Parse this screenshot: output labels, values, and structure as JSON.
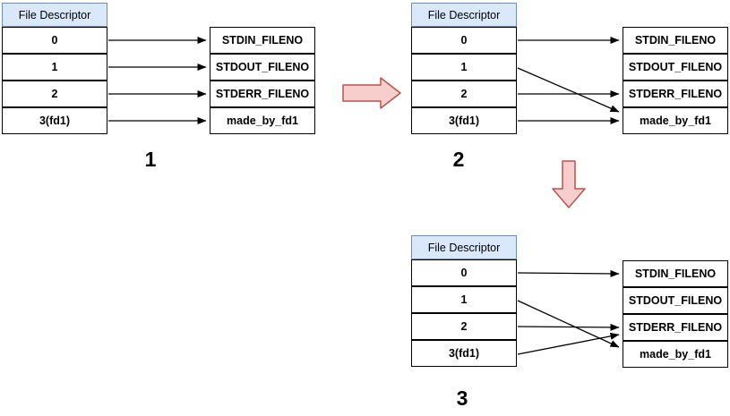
{
  "diagrams": [
    {
      "label": "1",
      "table": {
        "header": "File Descriptor",
        "rows": [
          "0",
          "1",
          "2",
          "3(fd1)"
        ]
      },
      "targets": [
        "STDIN_FILENO",
        "STDOUT_FILENO",
        "STDERR_FILENO",
        "made_by_fd1"
      ],
      "connections": [
        {
          "from": "0",
          "to": "STDIN_FILENO"
        },
        {
          "from": "1",
          "to": "STDOUT_FILENO"
        },
        {
          "from": "2",
          "to": "STDERR_FILENO"
        },
        {
          "from": "3(fd1)",
          "to": "made_by_fd1"
        }
      ]
    },
    {
      "label": "2",
      "table": {
        "header": "File Descriptor",
        "rows": [
          "0",
          "1",
          "2",
          "3(fd1)"
        ]
      },
      "targets": [
        "STDIN_FILENO",
        "STDOUT_FILENO",
        "STDERR_FILENO",
        "made_by_fd1"
      ],
      "connections": [
        {
          "from": "0",
          "to": "STDIN_FILENO"
        },
        {
          "from": "1",
          "to": "made_by_fd1"
        },
        {
          "from": "2",
          "to": "STDERR_FILENO"
        },
        {
          "from": "3(fd1)",
          "to": "made_by_fd1"
        }
      ]
    },
    {
      "label": "3",
      "table": {
        "header": "File Descriptor",
        "rows": [
          "0",
          "1",
          "2",
          "3(fd1)"
        ]
      },
      "targets": [
        "STDIN_FILENO",
        "STDOUT_FILENO",
        "STDERR_FILENO",
        "made_by_fd1"
      ],
      "connections": [
        {
          "from": "0",
          "to": "STDIN_FILENO"
        },
        {
          "from": "1",
          "to": "made_by_fd1"
        },
        {
          "from": "2",
          "to": "STDERR_FILENO"
        },
        {
          "from": "3(fd1)",
          "to": "STDERR_FILENO"
        }
      ]
    }
  ],
  "colors": {
    "header_fill": "#dae8fc",
    "header_stroke": "#6c8ebf",
    "step_arrow_fill": "#f8cecc",
    "step_arrow_stroke": "#b85450",
    "connector": "#000000"
  }
}
